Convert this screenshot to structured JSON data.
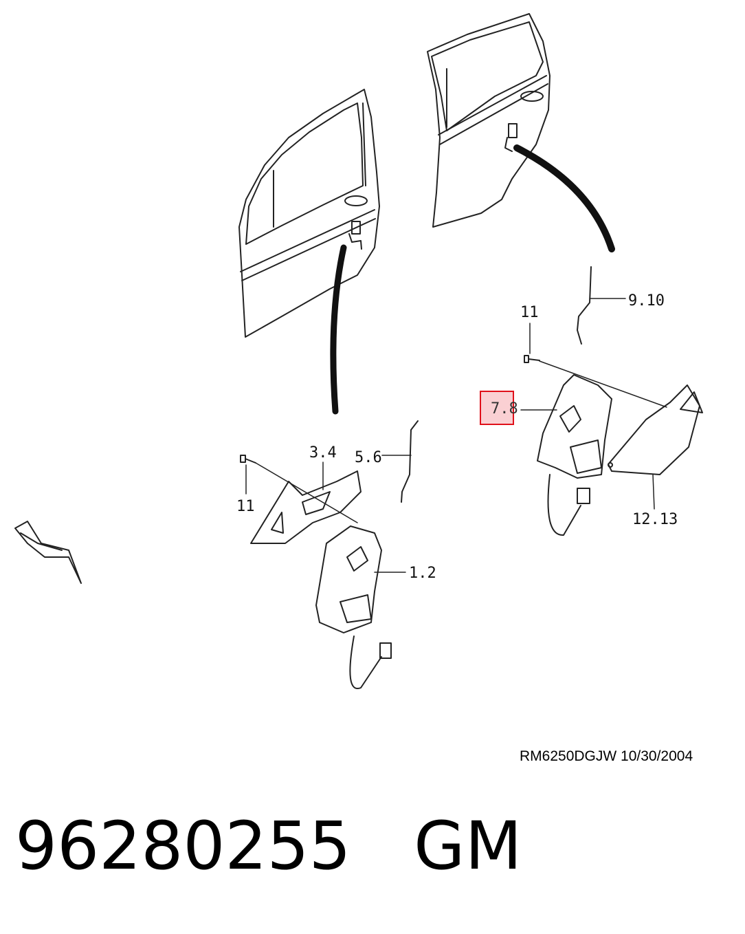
{
  "diagram": {
    "callouts": {
      "front_actuator": "1.2",
      "front_bracket": "3.4",
      "front_rod": "5.6",
      "rear_actuator": "7.8",
      "rear_rod": "9.10",
      "rear_screw": "11",
      "front_screw": "11",
      "rear_bracket": "12.13"
    },
    "highlighted_callout": "7.8",
    "highlight_color": "#e0101a"
  },
  "footer": {
    "drawing_ref": "RM6250DGJW  10/30/2004"
  },
  "part": {
    "number_and_brand": "96280255   GM"
  }
}
